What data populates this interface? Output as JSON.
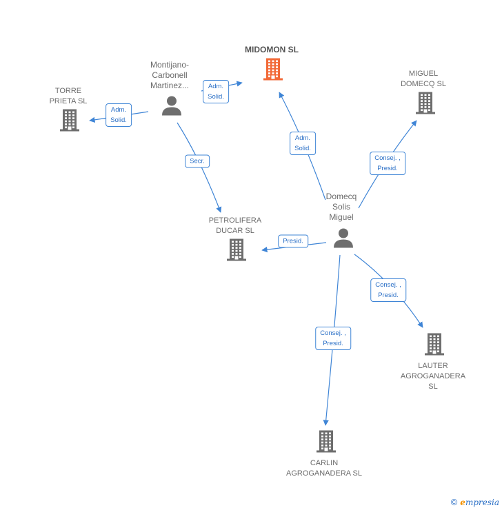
{
  "nodes": [
    {
      "id": "midomon",
      "type": "company",
      "label": "MIDOMON  SL",
      "highlight": true
    },
    {
      "id": "montijano",
      "type": "person",
      "label": "Montijano-\nCarbonell\nMartinez..."
    },
    {
      "id": "torre",
      "type": "company",
      "label": "TORRE\nPRIETA SL"
    },
    {
      "id": "miguel_domecq",
      "type": "company",
      "label": "MIGUEL\nDOMECQ SL"
    },
    {
      "id": "domecq_solis",
      "type": "person",
      "label": "Domecq\nSolis\nMiguel"
    },
    {
      "id": "petrolifera",
      "type": "company",
      "label": "PETROLIFERA\nDUCAR SL"
    },
    {
      "id": "lauter",
      "type": "company",
      "label": "LAUTER\nAGROGANADERA SL"
    },
    {
      "id": "carlin",
      "type": "company",
      "label": "CARLIN\nAGROGANADERA SL"
    }
  ],
  "edges": [
    {
      "from": "montijano",
      "to": "midomon",
      "label": "Adm.\nSolid."
    },
    {
      "from": "montijano",
      "to": "torre",
      "label": "Adm.\nSolid."
    },
    {
      "from": "montijano",
      "to": "petrolifera",
      "label": "Secr."
    },
    {
      "from": "domecq_solis",
      "to": "midomon",
      "label": "Adm.\nSolid."
    },
    {
      "from": "domecq_solis",
      "to": "miguel_domecq",
      "label": "Consej. ,\nPresid."
    },
    {
      "from": "domecq_solis",
      "to": "petrolifera",
      "label": "Presid."
    },
    {
      "from": "domecq_solis",
      "to": "lauter",
      "label": "Consej. ,\nPresid."
    },
    {
      "from": "domecq_solis",
      "to": "carlin",
      "label": "Consej. ,\nPresid."
    }
  ],
  "colors": {
    "edge": "#3f85d6",
    "company_icon": "#6e6e6e",
    "highlight_icon": "#f26a38",
    "person_icon": "#6e6e6e"
  },
  "footer": {
    "copyright": "©",
    "brand_initial": "e",
    "brand_rest": "mpresia"
  }
}
